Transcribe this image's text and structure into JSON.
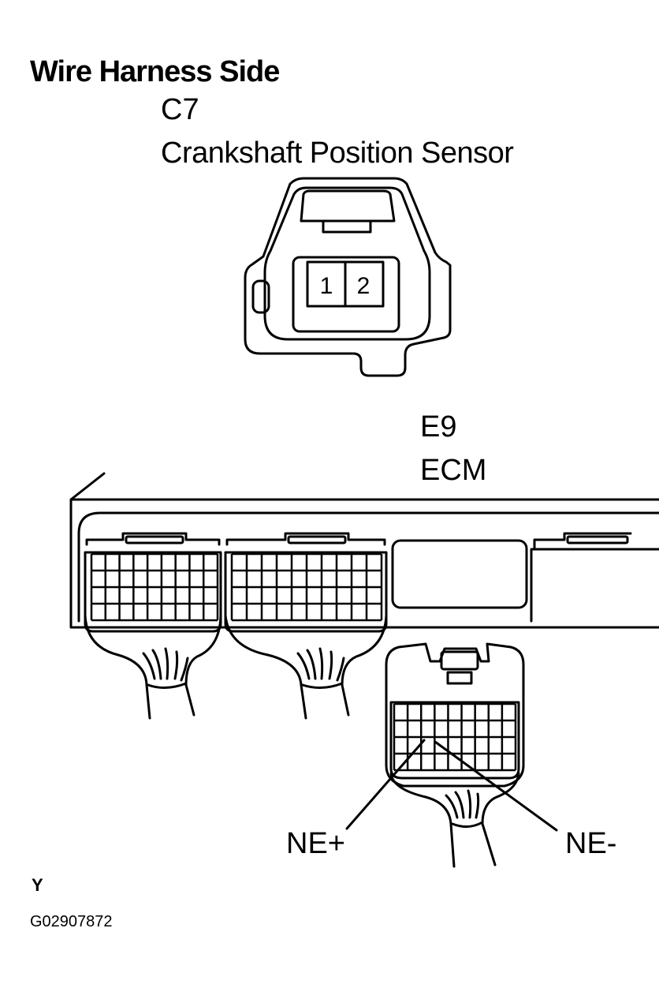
{
  "heading": "Wire Harness Side",
  "sensor_connector": {
    "code": "C7",
    "name": "Crankshaft Position Sensor",
    "pins": [
      "1",
      "2"
    ]
  },
  "ecm_connector": {
    "code": "E9",
    "name": "ECM"
  },
  "terminals": {
    "positive": "NE+",
    "negative": "NE-"
  },
  "footer": {
    "mark": "Y",
    "reference": "G02907872"
  }
}
